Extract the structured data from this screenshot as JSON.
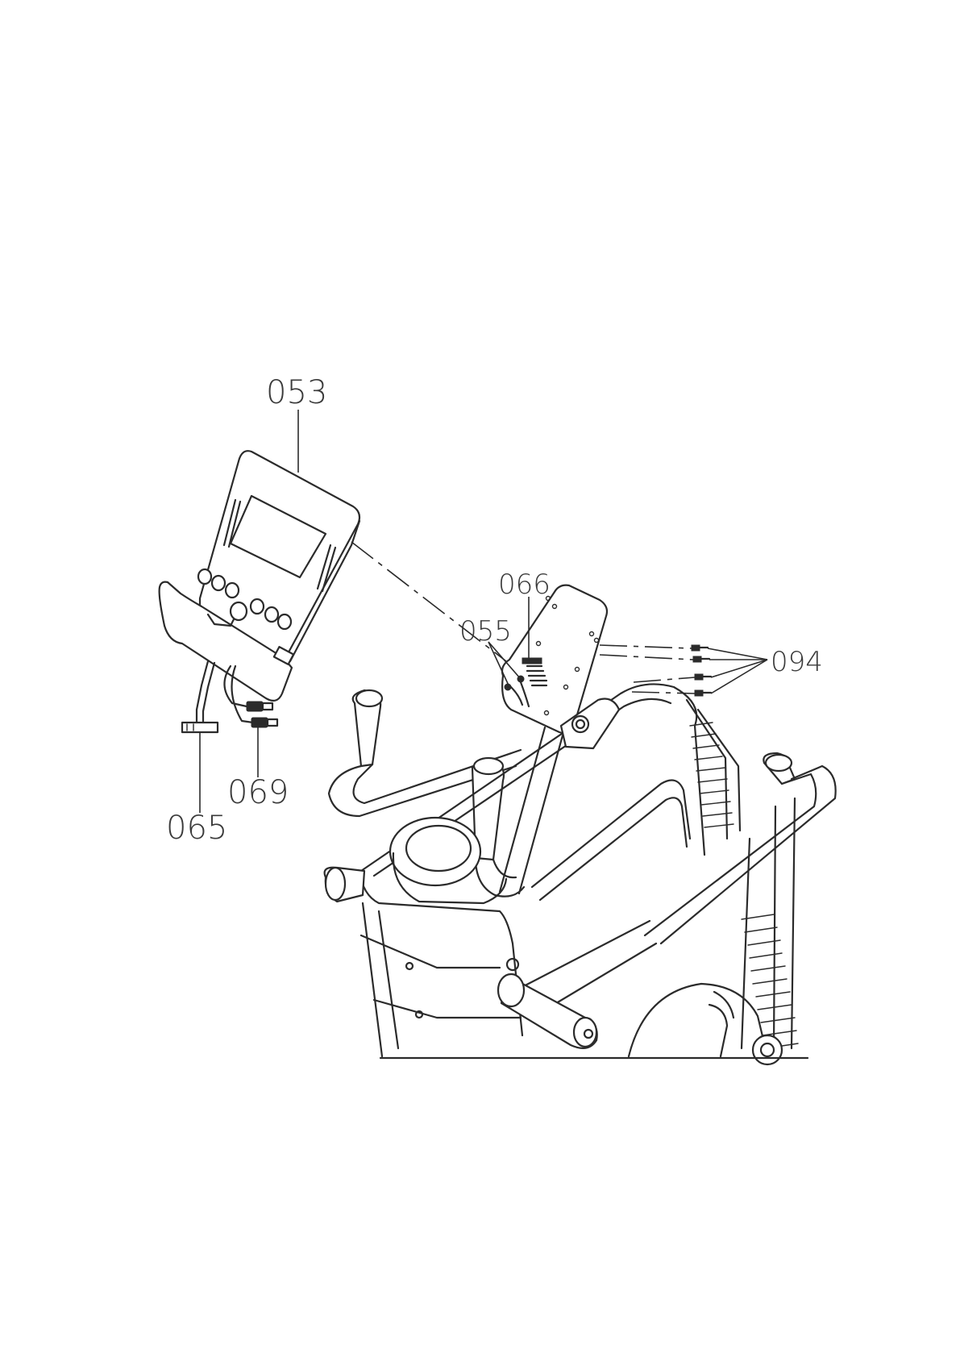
{
  "labels": {
    "part_053": "053",
    "part_066": "066",
    "part_055": "055",
    "part_094": "094",
    "part_069": "069",
    "part_065": "065"
  }
}
